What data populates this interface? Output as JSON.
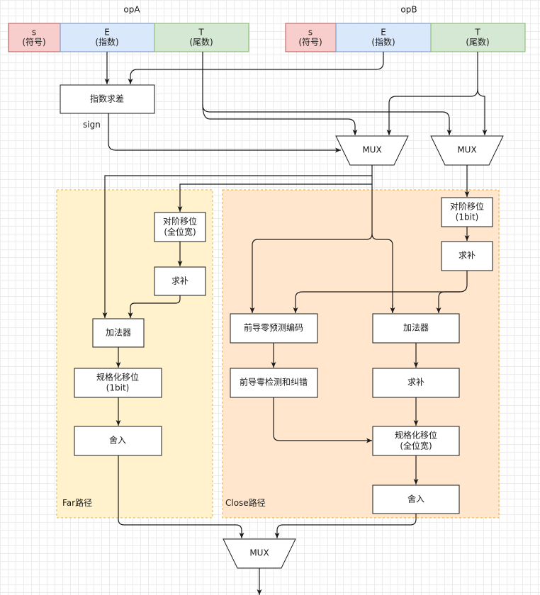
{
  "operands": [
    {
      "title": "opA",
      "fields": [
        {
          "name": "s",
          "sub": "(符号)",
          "color": "#f8cecc",
          "border": "#b85450"
        },
        {
          "name": "E",
          "sub": "(指数)",
          "color": "#dae8fc",
          "border": "#6c8ebf"
        },
        {
          "name": "T",
          "sub": "(尾数)",
          "color": "#d5e8d4",
          "border": "#82b366"
        }
      ]
    },
    {
      "title": "opB",
      "fields": [
        {
          "name": "s",
          "sub": "(符号)",
          "color": "#f8cecc",
          "border": "#b85450"
        },
        {
          "name": "E",
          "sub": "(指数)",
          "color": "#dae8fc",
          "border": "#6c8ebf"
        },
        {
          "name": "T",
          "sub": "(尾数)",
          "color": "#d5e8d4",
          "border": "#82b366"
        }
      ]
    }
  ],
  "exp_diff": "指数求差",
  "sign_label": "sign",
  "mux_label": "MUX",
  "far": {
    "label": "Far路径",
    "fill": "#fff2cc",
    "border": "#d6b656",
    "align_shift": [
      "对阶移位",
      "(全位宽)"
    ],
    "complement": "求补",
    "adder": "加法器",
    "normalize": [
      "规格化移位",
      "(1bit)"
    ],
    "round": "舍入"
  },
  "close": {
    "label": "Close路径",
    "fill": "#ffe6cc",
    "border": "#f0a830",
    "align_shift": [
      "对阶移位",
      "(1bit)"
    ],
    "complement1": "求补",
    "lza": "前导零预测编码",
    "lzd": "前导零检测和纠错",
    "adder": "加法器",
    "complement2": "求补",
    "normalize": [
      "规格化移位",
      "(全位宽)"
    ],
    "round": "舍入"
  }
}
